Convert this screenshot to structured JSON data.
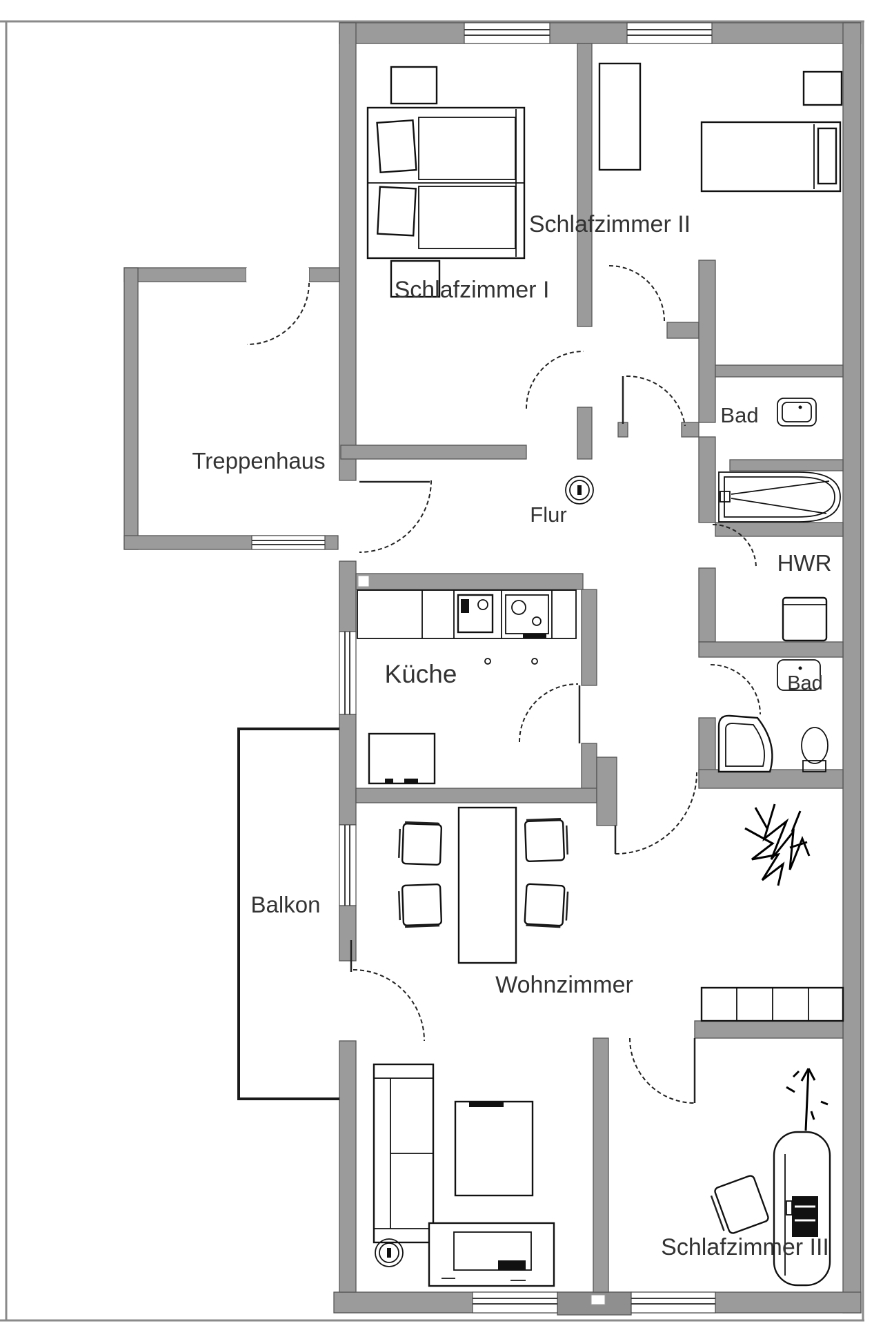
{
  "title": "Apartment floor plan",
  "colors": {
    "wall_fill": "#9b9b9b",
    "wall_edge": "#565656",
    "furniture_line": "#111111",
    "door_arc": "#222222",
    "label_text": "#333333",
    "background": "#ffffff"
  },
  "rooms": [
    {
      "id": "schlafzimmer-1",
      "label": "Schlafzimmer I"
    },
    {
      "id": "schlafzimmer-2",
      "label": "Schlafzimmer II"
    },
    {
      "id": "bad-1",
      "label": "Bad"
    },
    {
      "id": "hwr",
      "label": "HWR"
    },
    {
      "id": "bad-2",
      "label": "Bad"
    },
    {
      "id": "flur",
      "label": "Flur"
    },
    {
      "id": "kueche",
      "label": "Küche"
    },
    {
      "id": "treppenhaus",
      "label": "Treppenhaus"
    },
    {
      "id": "balkon",
      "label": "Balkon"
    },
    {
      "id": "wohnzimmer",
      "label": "Wohnzimmer"
    },
    {
      "id": "schlafzimmer-3",
      "label": "Schlafzimmer III"
    }
  ],
  "furniture_icons": [
    "double-bed-icon",
    "nightstand-icon",
    "wardrobe-icon",
    "single-bed-icon",
    "shelf-icon",
    "washbasin-icon",
    "bathtub-icon",
    "washing-machine-icon",
    "shower-icon",
    "toilet-icon",
    "kitchen-counter-icon",
    "sink-unit-icon",
    "stove-icon",
    "kitchen-table-icon",
    "dining-table-icon",
    "chair-icon",
    "plant-icon",
    "sideboard-icon",
    "sofa-icon",
    "coffee-table-icon",
    "tv-board-icon",
    "ceiling-lamp-icon",
    "bed-icon",
    "desk-icon",
    "desk-chair-icon"
  ]
}
